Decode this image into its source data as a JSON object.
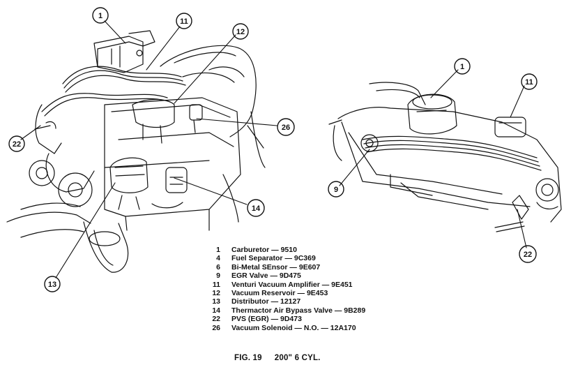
{
  "figure": {
    "number": "FIG. 19",
    "title": "200\" 6 CYL."
  },
  "callouts": {
    "left": [
      "1",
      "11",
      "12",
      "26",
      "22",
      "14",
      "13"
    ],
    "right": [
      "1",
      "11",
      "9",
      "22"
    ]
  },
  "legend": [
    {
      "num": "1",
      "text": "Carburetor — 9510"
    },
    {
      "num": "4",
      "text": "Fuel Separator — 9C369"
    },
    {
      "num": "6",
      "text": "Bi-Metal SEnsor — 9E607"
    },
    {
      "num": "9",
      "text": "EGR Valve — 9D475"
    },
    {
      "num": "11",
      "text": "Venturi Vacuum Amplifier — 9E451"
    },
    {
      "num": "12",
      "text": "Vacuum Reservoir — 9E453"
    },
    {
      "num": "13",
      "text": "Distributor — 12127"
    },
    {
      "num": "14",
      "text": "Thermactor Air Bypass Valve — 9B289"
    },
    {
      "num": "22",
      "text": "PVS (EGR) — 9D473"
    },
    {
      "num": "26",
      "text": "Vacuum Solenoid — N.O. — 12A170"
    }
  ],
  "colors": {
    "ink": "#111111",
    "paper": "#ffffff"
  }
}
